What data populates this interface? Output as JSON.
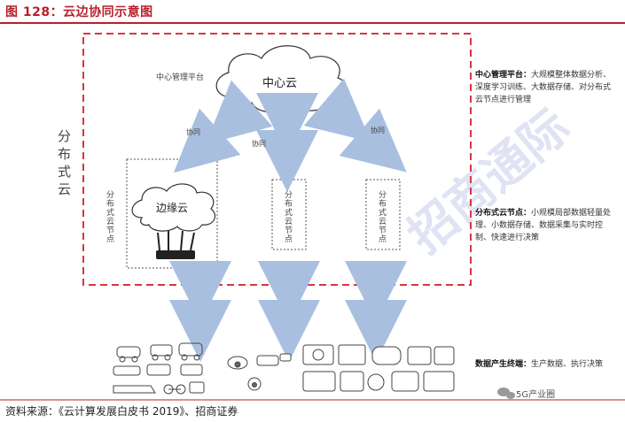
{
  "figure_title": "图 128：云边协同示意图",
  "outer_label": "分布式云",
  "center_cloud": {
    "label": "中心云",
    "platform_label": "中心管理平台"
  },
  "edge_cloud": {
    "label": "边缘云"
  },
  "node_label": "分布式云节点",
  "collab_labels": [
    "协同",
    "协同",
    "协同"
  ],
  "annotations": {
    "center": {
      "title": "中心管理平台：",
      "text": "大规模整体数据分析、深度学习训练、大数据存储、对分布式云节点进行管理"
    },
    "distributed": {
      "title": "分布式云节点：",
      "text": "小规模局部数据轻量处理、小数据存储、数据采集与实时控制、快速进行决策"
    },
    "terminal": {
      "title": "数据产生终端：",
      "text": "生产数据、执行决策"
    }
  },
  "source_note": "资料来源：《云计算发展白皮书 2019》、招商证券",
  "brand_label": "5G产业圈",
  "watermark": "招商通际",
  "colors": {
    "title_red": "#b8202a",
    "dashed_red": "#d9363e",
    "arrow_blue": "#a9bfe0",
    "text_dark": "#333333"
  }
}
